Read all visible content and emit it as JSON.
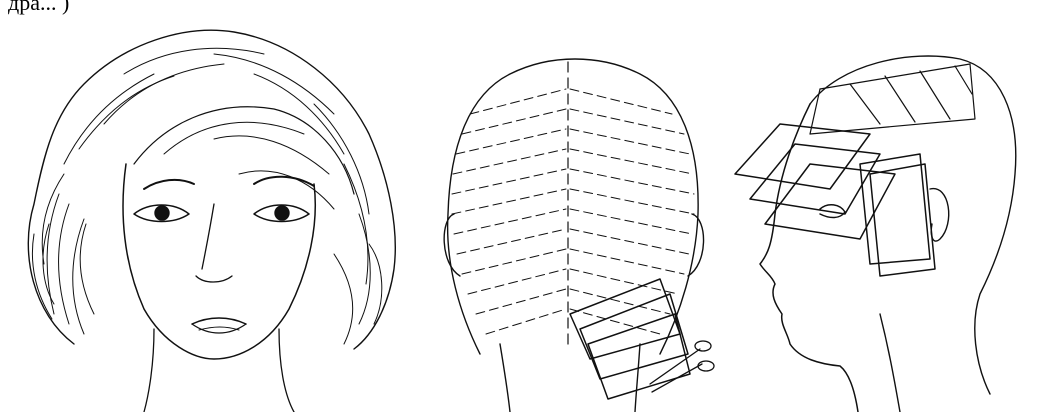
{
  "caption": "дра... )",
  "figures": [
    {
      "id": "front",
      "icon": "woman-face-front-icon"
    },
    {
      "id": "back",
      "icon": "head-back-sectioning-icon"
    },
    {
      "id": "side",
      "icon": "head-side-cutting-icon"
    }
  ],
  "colors": {
    "ink": "#111111",
    "paper": "#ffffff"
  }
}
